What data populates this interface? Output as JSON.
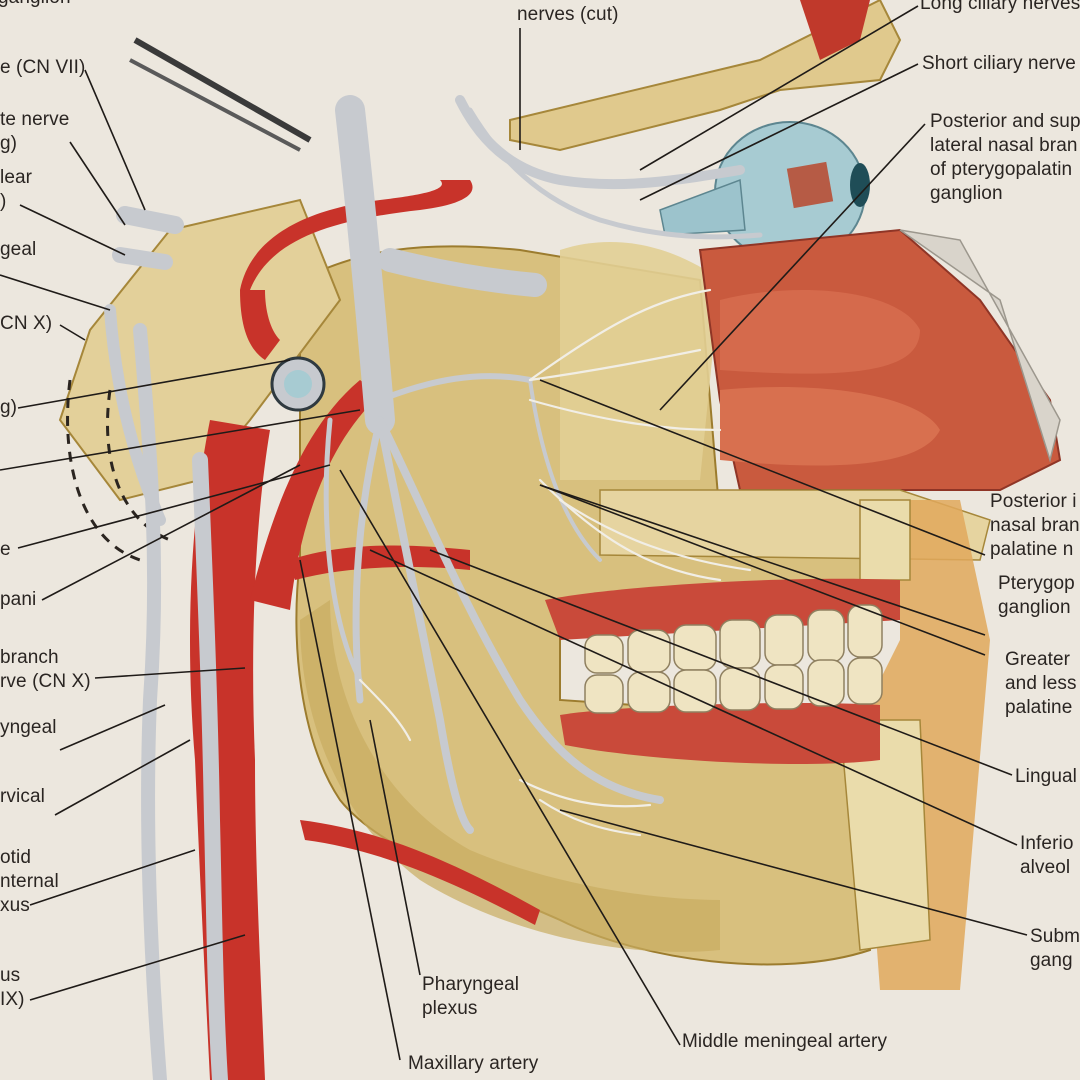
{
  "labels": {
    "top_nerves_cut": "nerves (cut)",
    "long_ciliary": "Long ciliary nerves",
    "short_ciliary": "Short ciliary nerve",
    "posterior_superior_lateral_nasal": "Posterior and sup\nlateral nasal bran\nof pterygopalatin\nganglion",
    "posterior_inferior_nasal": "Posterior i\nnasal bran\npalatine n",
    "pterygopalatine_ganglion": "Pterygop\nganglion",
    "greater_lesser_palatine": "Greater\nand less\npalatine",
    "lingual": "Lingual",
    "inferior_alveolar": "Inferio\nalveol",
    "submandibular_ganglion": "Subm\ngang",
    "middle_meningeal_artery": "Middle meningeal artery",
    "maxillary_artery": "Maxillary artery",
    "pharyngeal_plexus": "Pharyngeal\nplexus",
    "left_ganglion": "ganglion",
    "left_facial_nerve": "e (CN VII)",
    "left_intermediate_nerve": "te nerve\ng)",
    "left_vestibulocochlear": "lear\n)",
    "left_glossopharyngeal": "geal",
    "left_vagus": "CN X)",
    "left_g": "g)",
    "left_e": "e",
    "left_tympani": "pani",
    "left_branch_vagus": "branch\nrve (CN X)",
    "left_pharyngeal": "yngeal",
    "left_cervical": "rvical",
    "left_carotid_plexus": "otid\nnternal\nxus",
    "left_plexus_ix": "us\nIX)"
  },
  "colors": {
    "background": "#ebe6dc",
    "bone": "#d9c48a",
    "bone_dark": "#b8963f",
    "artery": "#c8332a",
    "nerve": "#c9ccd0",
    "mucosa": "#c95a3e",
    "eye": "#9cc3cc",
    "teeth": "#efe5c5",
    "leader": "#1f1b18"
  },
  "icons": {
    "eyeball": "eyeball-illustration",
    "nasal_cavity": "nasal-conchae-illustration",
    "teeth": "teeth-illustration",
    "mandible": "mandible-illustration",
    "carotid": "carotid-artery-illustration"
  }
}
